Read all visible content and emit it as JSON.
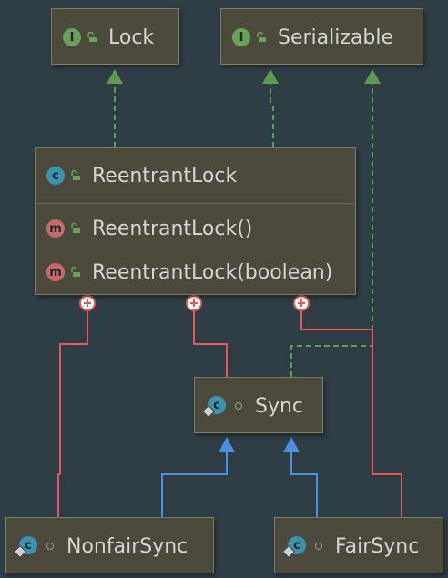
{
  "nodes": {
    "lock": {
      "badge": "I",
      "name": "Lock"
    },
    "serializable": {
      "badge": "I",
      "name": "Serializable"
    },
    "reentrant_lock": {
      "badge": "c",
      "name": "ReentrantLock",
      "methods": [
        {
          "badge": "m",
          "name": "ReentrantLock()"
        },
        {
          "badge": "m",
          "name": "ReentrantLock(boolean)"
        }
      ]
    },
    "sync": {
      "badge": "c",
      "name": "Sync"
    },
    "nonfair_sync": {
      "badge": "c",
      "name": "NonfairSync"
    },
    "fair_sync": {
      "badge": "c",
      "name": "FairSync"
    }
  },
  "colors": {
    "background": "#2f3d44",
    "node_fill": "#4b4a3c",
    "implements_edge": "#5f9a54",
    "extends_edge": "#4a8fe0",
    "inner_class_edge": "#e0585c"
  },
  "icons": {
    "interface": "interface-icon",
    "class": "class-icon",
    "method": "method-icon",
    "public_access": "unlock-icon",
    "package_access": "circle-icon",
    "inner_class": "inner-class-icon"
  }
}
